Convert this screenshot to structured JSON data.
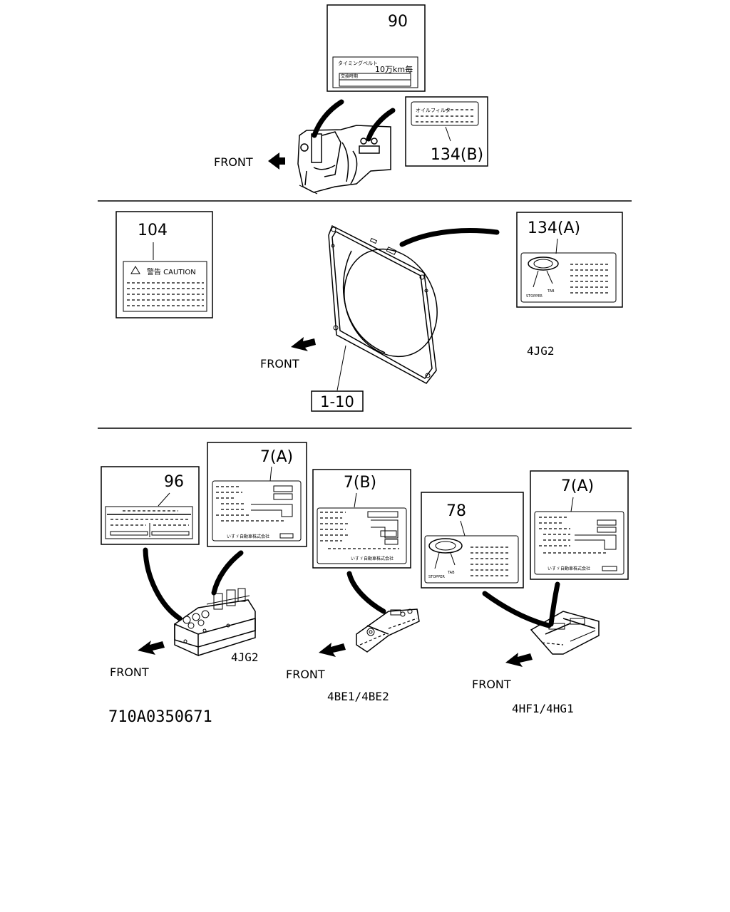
{
  "labels": {
    "callout_90": "90",
    "callout_90_line1": "タイミングベルト",
    "callout_90_line2": "10万km毎",
    "callout_90_line3": "交換時期",
    "callout_134b": "134(B)",
    "callout_134b_text": "オイルフィルタ",
    "front_top": "FRONT",
    "callout_104": "104",
    "callout_104_text": "警告 CAUTION",
    "callout_134a": "134(A)",
    "callout_134a_stopper": "STOPPER",
    "callout_134a_tab": "TAB",
    "engine_mid": "4JG2",
    "front_mid": "FRONT",
    "part_1_10": "1-10",
    "callout_96": "96",
    "callout_7a_left": "7(A)",
    "callout_7a_left_maker": "いすゞ自動車株式会社",
    "callout_7b": "7(B)",
    "callout_7b_maker": "いすゞ自動車株式会社",
    "callout_78": "78",
    "callout_78_stopper": "STOPPER",
    "callout_78_tab": "TAB",
    "callout_7a_right": "7(A)",
    "callout_7a_right_maker": "いすゞ自動車株式会社",
    "front_bl": "FRONT",
    "engine_bl": "4JG2",
    "front_bm": "FRONT",
    "engine_bm": "4BE1/4BE2",
    "front_br": "FRONT",
    "engine_br": "4HF1/4HG1",
    "drawing_number": "710A0350671"
  }
}
